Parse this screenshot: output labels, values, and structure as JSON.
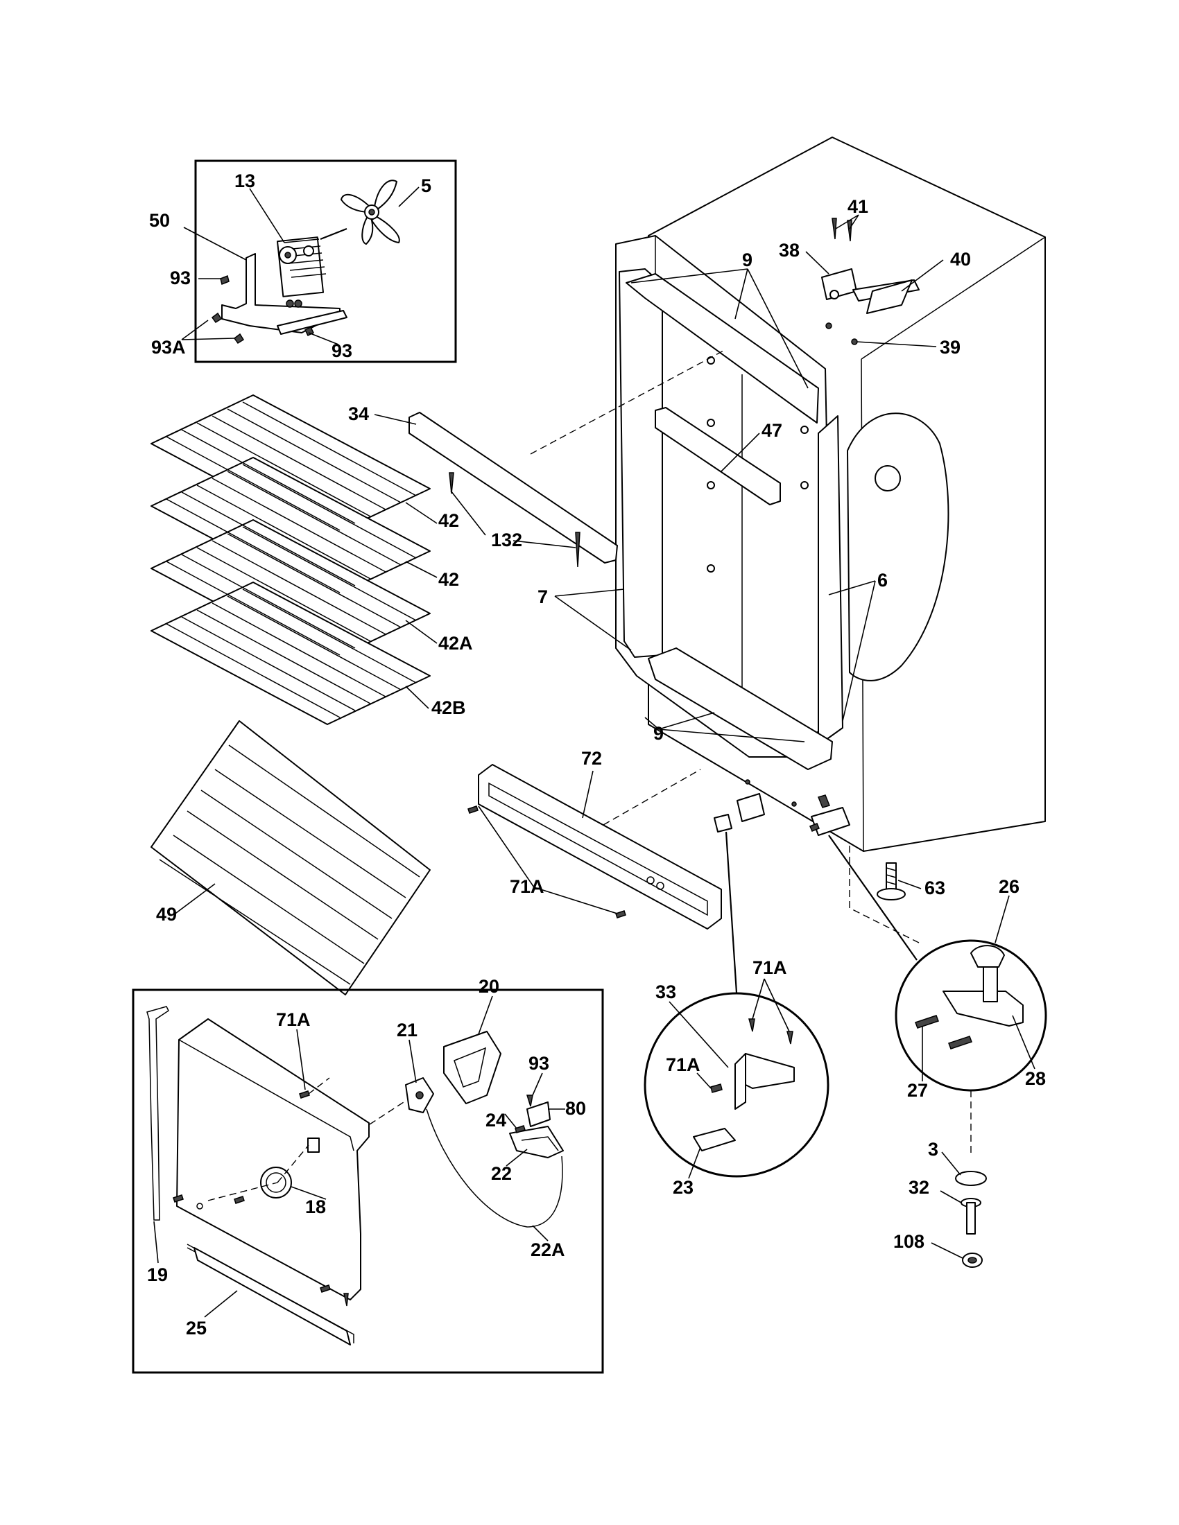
{
  "callouts": [
    {
      "id": "c13",
      "text": "13"
    },
    {
      "id": "c5",
      "text": "5"
    },
    {
      "id": "c50",
      "text": "50"
    },
    {
      "id": "c93a",
      "text": "93"
    },
    {
      "id": "c93Aa",
      "text": "93A"
    },
    {
      "id": "c93b",
      "text": "93"
    },
    {
      "id": "c41",
      "text": "41"
    },
    {
      "id": "c38",
      "text": "38"
    },
    {
      "id": "c40",
      "text": "40"
    },
    {
      "id": "c9a",
      "text": "9"
    },
    {
      "id": "c39",
      "text": "39"
    },
    {
      "id": "c34",
      "text": "34"
    },
    {
      "id": "c47",
      "text": "47"
    },
    {
      "id": "c42a",
      "text": "42"
    },
    {
      "id": "c132",
      "text": "132"
    },
    {
      "id": "c42b",
      "text": "42"
    },
    {
      "id": "c7",
      "text": "7"
    },
    {
      "id": "c6",
      "text": "6"
    },
    {
      "id": "c42A",
      "text": "42A"
    },
    {
      "id": "c42B",
      "text": "42B"
    },
    {
      "id": "c72",
      "text": "72"
    },
    {
      "id": "c9b",
      "text": "9"
    },
    {
      "id": "c71Aa",
      "text": "71A"
    },
    {
      "id": "c63",
      "text": "63"
    },
    {
      "id": "c26",
      "text": "26"
    },
    {
      "id": "c49",
      "text": "49"
    },
    {
      "id": "c71Ab",
      "text": "71A"
    },
    {
      "id": "c33",
      "text": "33"
    },
    {
      "id": "c71Ac",
      "text": "71A"
    },
    {
      "id": "c21",
      "text": "21"
    },
    {
      "id": "c20",
      "text": "20"
    },
    {
      "id": "c93c",
      "text": "93"
    },
    {
      "id": "c71Ad",
      "text": "71A"
    },
    {
      "id": "c80",
      "text": "80"
    },
    {
      "id": "c24",
      "text": "24"
    },
    {
      "id": "c27",
      "text": "27"
    },
    {
      "id": "c28",
      "text": "28"
    },
    {
      "id": "c22",
      "text": "22"
    },
    {
      "id": "c23",
      "text": "23"
    },
    {
      "id": "c3",
      "text": "3"
    },
    {
      "id": "c18",
      "text": "18"
    },
    {
      "id": "c32",
      "text": "32"
    },
    {
      "id": "c22A",
      "text": "22A"
    },
    {
      "id": "c108",
      "text": "108"
    },
    {
      "id": "c19",
      "text": "19"
    },
    {
      "id": "c25",
      "text": "25"
    }
  ]
}
